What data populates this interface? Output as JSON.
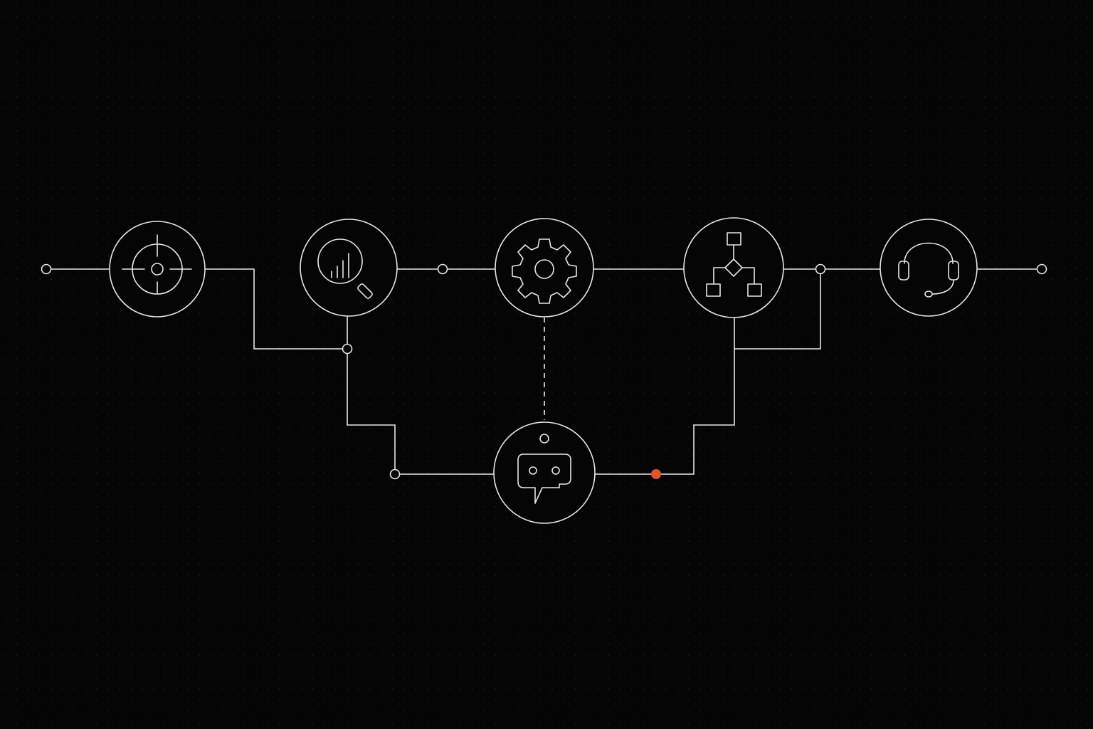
{
  "canvas": {
    "background": "#050505",
    "grid_dots": true,
    "grid_dot_color": "#1c1c1c",
    "line_color": "#e6e6e6",
    "accent_color": "#e0522a"
  },
  "nodes": [
    {
      "id": "target",
      "icon": "crosshair-icon"
    },
    {
      "id": "analytics",
      "icon": "magnifier-bar-chart-icon"
    },
    {
      "id": "settings",
      "icon": "gear-icon"
    },
    {
      "id": "workflow",
      "icon": "flowchart-decision-icon"
    },
    {
      "id": "support",
      "icon": "headset-icon"
    },
    {
      "id": "assistant",
      "icon": "chatbot-icon"
    }
  ],
  "connections": [
    {
      "from": "start",
      "to": "target",
      "style": "solid"
    },
    {
      "from": "target",
      "to": "analytics",
      "style": "solid"
    },
    {
      "from": "analytics",
      "to": "settings",
      "style": "solid"
    },
    {
      "from": "settings",
      "to": "workflow",
      "style": "solid"
    },
    {
      "from": "workflow",
      "to": "support",
      "style": "solid"
    },
    {
      "from": "support",
      "to": "end",
      "style": "solid"
    },
    {
      "from": "analytics",
      "to": "assistant",
      "style": "solid"
    },
    {
      "from": "settings",
      "to": "assistant",
      "style": "dashed"
    },
    {
      "from": "assistant",
      "to": "workflow",
      "style": "solid",
      "marker": "accent-dot"
    }
  ]
}
